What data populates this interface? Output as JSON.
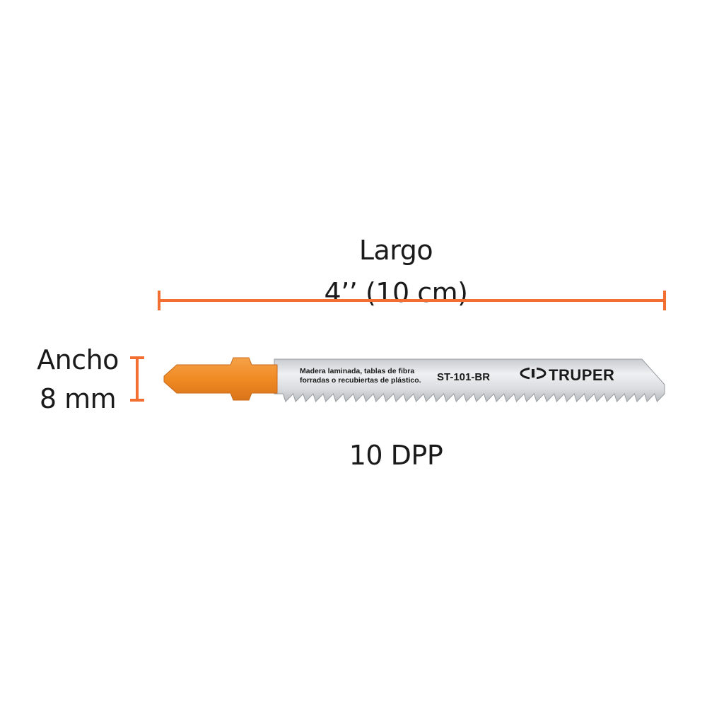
{
  "dimensions": {
    "length_title": "Largo",
    "length_value": "4’’ (10 cm)",
    "width_title": "Ancho",
    "width_value": "8 mm",
    "teeth": "10 DPP"
  },
  "blade": {
    "description_line1": "Madera laminada, tablas de fibra",
    "description_line2": "forradas o recubiertas de plástico.",
    "model": "ST-101-BR",
    "brand": "TRUPER",
    "brand_icon": "truper-logo-icon"
  },
  "colors": {
    "accent": "#f36f31",
    "shank": "#f08a22",
    "steel": "#d8dadc"
  }
}
